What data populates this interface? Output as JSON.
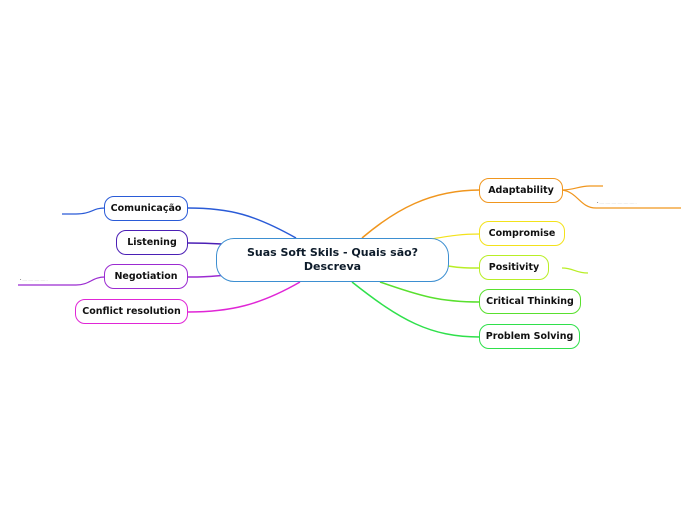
{
  "central": {
    "line1": "Suas Soft Skils - Quais são?",
    "line2": "Descreva",
    "color": "#3d8fd1"
  },
  "left_topics": [
    {
      "label": "Comunicação",
      "color": "#2a5bd7"
    },
    {
      "label": "Listening",
      "color": "#4b1fb5"
    },
    {
      "label": "Negotiation",
      "color": "#9b2bd1"
    },
    {
      "label": "Conflict resolution",
      "color": "#e026d6"
    }
  ],
  "right_topics": [
    {
      "label": "Adaptability",
      "color": "#f0961e"
    },
    {
      "label": "Compromise",
      "color": "#f3e21b"
    },
    {
      "label": "Positivity",
      "color": "#b9ee26"
    },
    {
      "label": "Critical Thinking",
      "color": "#59e02e"
    },
    {
      "label": "Problem Solving",
      "color": "#2fe04b"
    }
  ],
  "notes": {
    "adaptability": "a ____ ____ ____ ____ ____ ____ _",
    "negotiation": "a ____ ____ ____ ____ _"
  }
}
